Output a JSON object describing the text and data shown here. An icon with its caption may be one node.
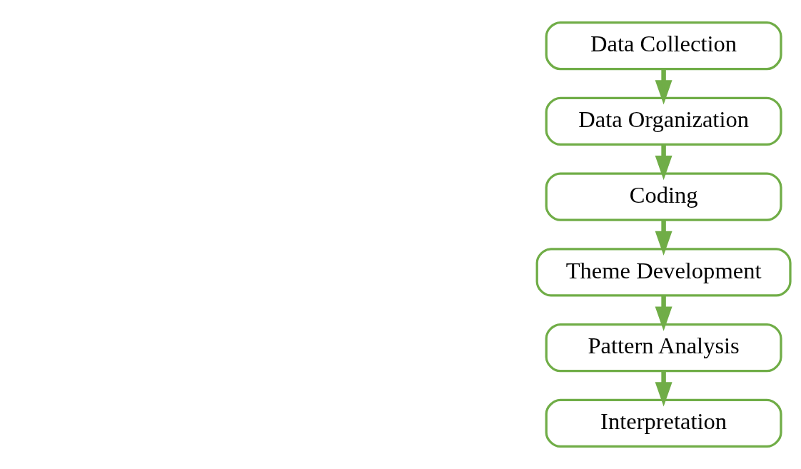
{
  "diagram": {
    "nodes": [
      {
        "text": [
          "Data Collection"
        ]
      },
      {
        "text": [
          "Data Organization"
        ]
      },
      {
        "text": [
          "Coding"
        ]
      },
      {
        "text": [
          "Theme Development"
        ]
      },
      {
        "text": [
          "Pattern Analysis"
        ]
      },
      {
        "text": [
          "Interpretation"
        ]
      }
    ],
    "edges": [
      {
        "from": 0,
        "to": 1,
        "arrow": "to"
      },
      {
        "from": 1,
        "to": 2,
        "arrow": "to"
      },
      {
        "from": 2,
        "to": 3,
        "arrow": "to"
      },
      {
        "from": 3,
        "to": 4,
        "arrow": "to"
      },
      {
        "from": 4,
        "to": 5,
        "arrow": "to"
      }
    ]
  }
}
